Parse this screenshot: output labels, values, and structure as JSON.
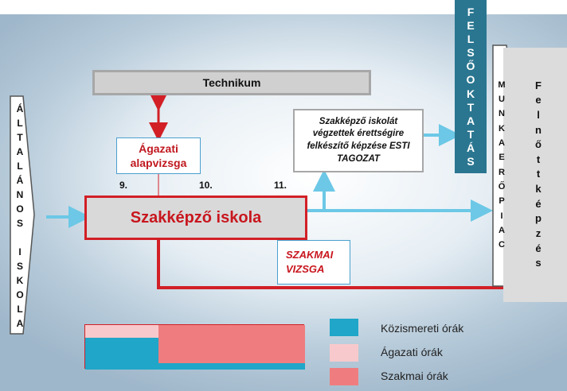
{
  "left_column": {
    "letters": [
      "Á",
      "L",
      "T",
      "A",
      "L",
      "Á",
      "N",
      "O",
      "S",
      "",
      "I",
      "S",
      "K",
      "O",
      "L",
      "A"
    ]
  },
  "technikum": "Technikum",
  "agazati_alapvizsga": {
    "line1": "Ágazati",
    "line2": "alapvizsga"
  },
  "grades": {
    "g9": "9.",
    "g10": "10.",
    "g11": "11."
  },
  "szakkepzo_iskola": "Szakképző iskola",
  "szakmai_vizsga": {
    "line1": "SZAKMAI",
    "line2": "VIZSGA"
  },
  "esti": {
    "line1": "Szakképző iskolát",
    "line2": "végzettek érettségire",
    "line3": "felkészítő képzése  ESTI",
    "line4": "TAGOZAT"
  },
  "felsooktatas": {
    "letters": [
      "F",
      "E",
      "L",
      "S",
      "Ő",
      "O",
      "K",
      "T",
      "A",
      "T",
      "Á",
      "S"
    ]
  },
  "munkaeropiac": {
    "letters": [
      "M",
      "U",
      "N",
      "K",
      "A",
      "E",
      "R",
      "Ő",
      "P",
      "I",
      "A",
      "C"
    ]
  },
  "felnottkepzes": {
    "letters": [
      "F",
      "e",
      "l",
      "n",
      "ő",
      "t",
      "t",
      "k",
      "é",
      "p",
      "z",
      "é",
      "s"
    ]
  },
  "legend": {
    "items": [
      {
        "label": "Közismereti órák",
        "color": "#1fa6c8"
      },
      {
        "label": "Ágazati órák",
        "color": "#f8c9cc"
      },
      {
        "label": "Szakmai órák",
        "color": "#ef7d7f"
      }
    ]
  },
  "colors": {
    "red": "#d21f26",
    "arrow_blue": "#6cc8e6",
    "dark_teal": "#2a7690"
  }
}
